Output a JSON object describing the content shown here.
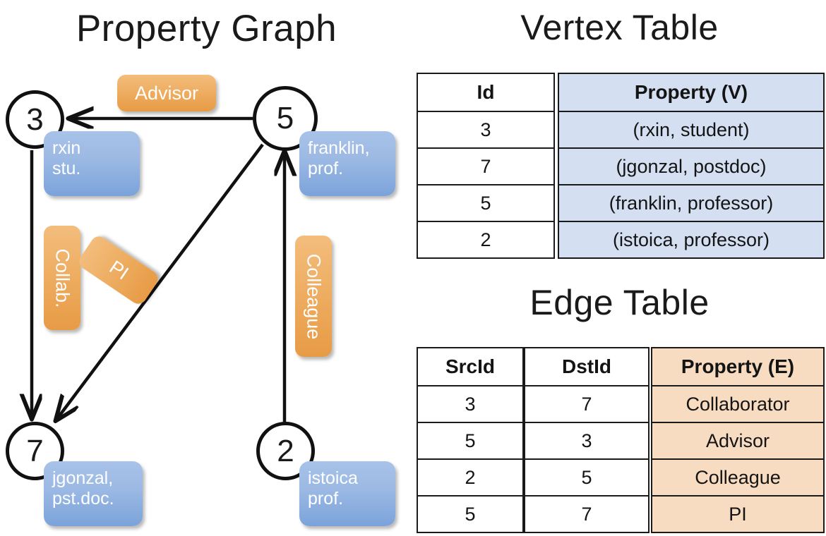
{
  "titles": {
    "property_graph": "Property Graph",
    "vertex_table": "Vertex Table",
    "edge_table": "Edge Table"
  },
  "colors": {
    "vertex_property_fill": "#9dbae4",
    "edge_label_fill": "#eeae63",
    "vertex_table_fill": "#d4dff1",
    "edge_table_fill": "#f8dcc1",
    "stroke": "#111111"
  },
  "graph": {
    "vertices": [
      {
        "id": "3",
        "property_line1": "rxin",
        "property_line2": "stu."
      },
      {
        "id": "5",
        "property_line1": "franklin,",
        "property_line2": "prof."
      },
      {
        "id": "7",
        "property_line1": "jgonzal,",
        "property_line2": "pst.doc."
      },
      {
        "id": "2",
        "property_line1": "istoica",
        "property_line2": "prof."
      }
    ],
    "edge_labels": [
      {
        "label": "Advisor",
        "orientation": "horizontal"
      },
      {
        "label": "Collab.",
        "orientation": "vertical"
      },
      {
        "label": "PI",
        "orientation": "diagonal"
      },
      {
        "label": "Colleague",
        "orientation": "vertical"
      }
    ],
    "edges": [
      {
        "src": "5",
        "dst": "3",
        "label": "Advisor"
      },
      {
        "src": "3",
        "dst": "7",
        "label": "Collab."
      },
      {
        "src": "5",
        "dst": "7",
        "label": "PI"
      },
      {
        "src": "2",
        "dst": "5",
        "label": "Colleague"
      }
    ]
  },
  "vertex_table": {
    "headers": [
      "Id",
      "Property (V)"
    ],
    "rows": [
      {
        "id": "3",
        "property": "(rxin, student)"
      },
      {
        "id": "7",
        "property": "(jgonzal, postdoc)"
      },
      {
        "id": "5",
        "property": "(franklin, professor)"
      },
      {
        "id": "2",
        "property": "(istoica, professor)"
      }
    ]
  },
  "edge_table": {
    "headers": [
      "SrcId",
      "DstId",
      "Property (E)"
    ],
    "rows": [
      {
        "src": "3",
        "dst": "7",
        "property": "Collaborator"
      },
      {
        "src": "5",
        "dst": "3",
        "property": "Advisor"
      },
      {
        "src": "2",
        "dst": "5",
        "property": "Colleague"
      },
      {
        "src": "5",
        "dst": "7",
        "property": "PI"
      }
    ]
  }
}
